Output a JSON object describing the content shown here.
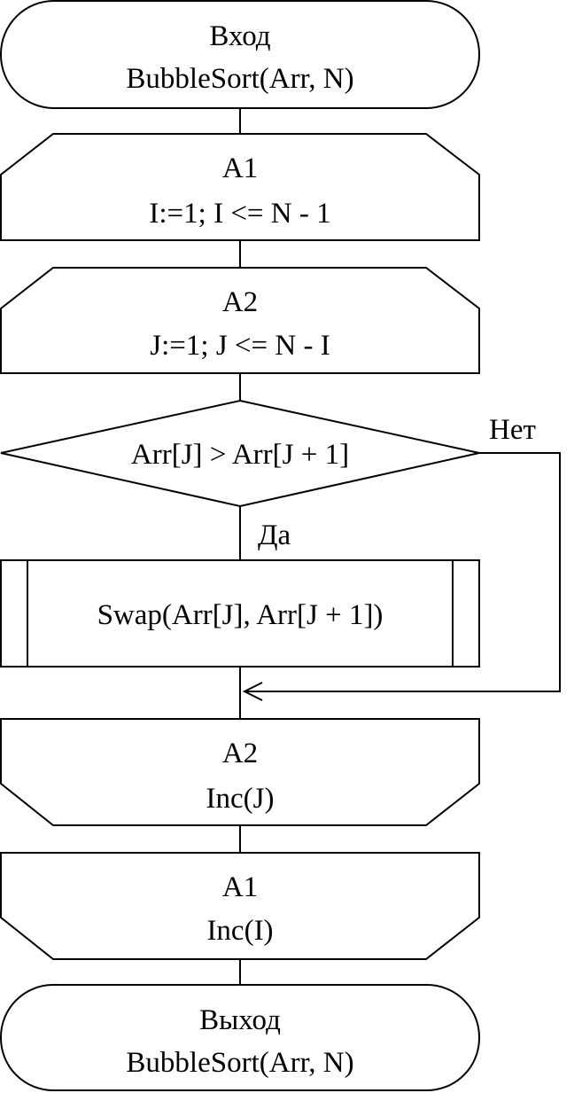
{
  "start": {
    "line1": "Вход",
    "line2": "BubbleSort(Arr, N)"
  },
  "loop1_start": {
    "line1": "A1",
    "line2": "I:=1; I <= N - 1"
  },
  "loop2_start": {
    "line1": "A2",
    "line2": "J:=1; J <= N - I"
  },
  "decision": {
    "text": "Arr[J] > Arr[J + 1]",
    "no_label": "Нет",
    "yes_label": "Да"
  },
  "subprocess": {
    "text": "Swap(Arr[J], Arr[J + 1])"
  },
  "loop2_end": {
    "line1": "A2",
    "line2": "Inc(J)"
  },
  "loop1_end": {
    "line1": "A1",
    "line2": "Inc(I)"
  },
  "end": {
    "line1": "Выход",
    "line2": "BubbleSort(Arr, N)"
  }
}
